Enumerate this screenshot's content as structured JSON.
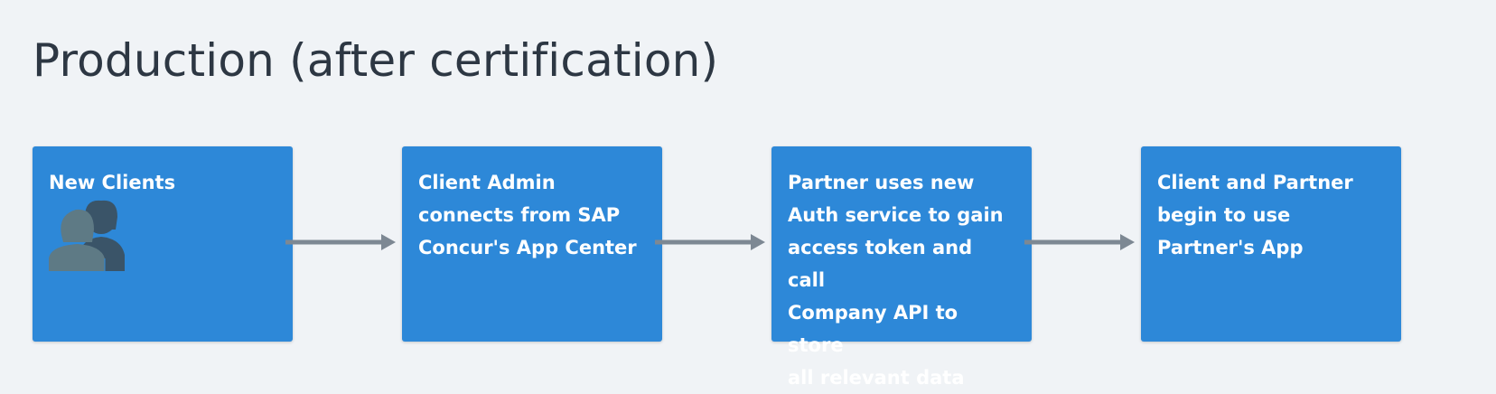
{
  "title": "Production (after certification)",
  "steps": [
    {
      "label": "New Clients",
      "icon": "people-icon"
    },
    {
      "label": "Client Admin\nconnects from SAP\nConcur's App Center"
    },
    {
      "label": "Partner uses new\nAuth service to gain\naccess token and call\nCompany API to store\nall relevant data"
    },
    {
      "label": "Client and Partner\nbegin to use\nPartner's App"
    }
  ],
  "colors": {
    "background": "#f0f3f6",
    "step_fill": "#2d88d8",
    "step_text": "#ffffff",
    "arrow": "#7d8893",
    "title": "#2d3743",
    "person_front": "#5e7a85",
    "person_back": "#3a5468"
  }
}
